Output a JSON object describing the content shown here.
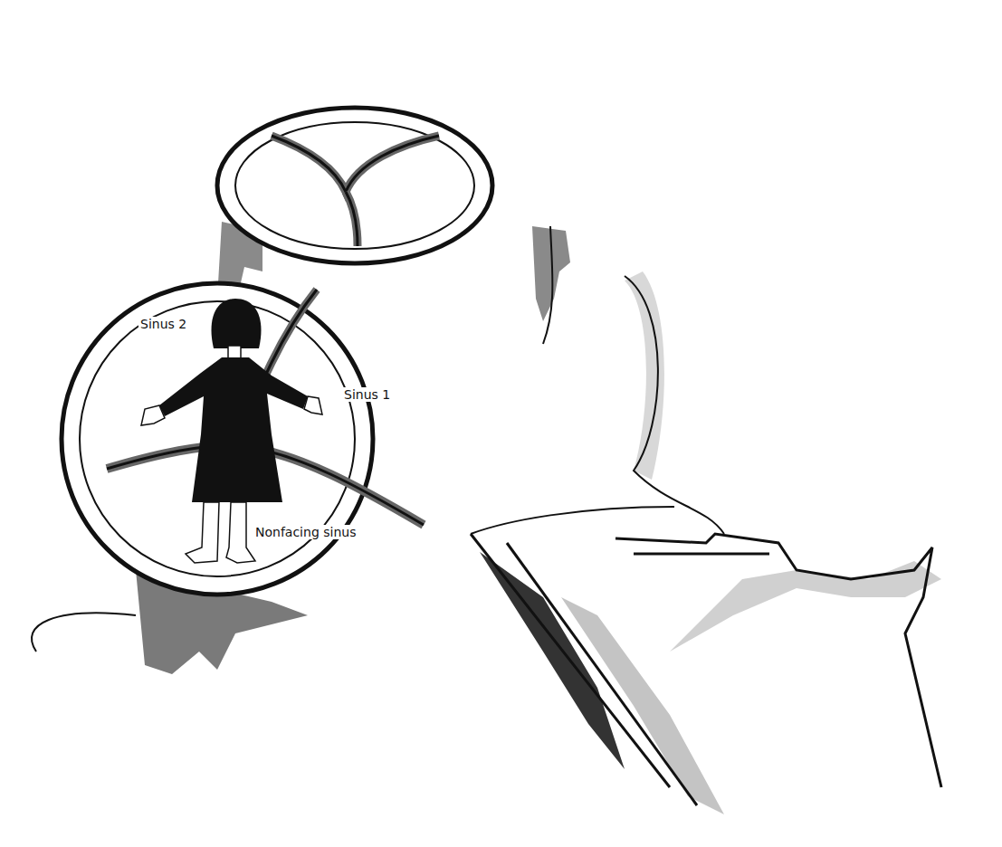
{
  "diagram": {
    "labels": [
      "Sinus 2",
      "Sinus 1",
      "Nonfacing sinus"
    ]
  }
}
